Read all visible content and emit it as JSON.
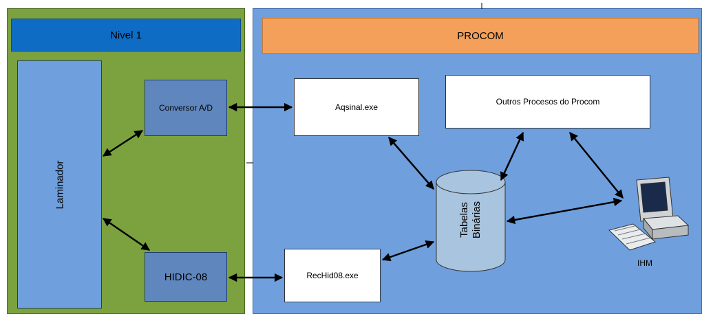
{
  "headers": {
    "nivel": "Nivel 1",
    "procom": "PROCOM"
  },
  "nodes": {
    "laminador": "Laminador",
    "conversor": "Conversor A/D",
    "hidic": "HIDIC-08",
    "aqsinal": "Aqsinal.exe",
    "outros": "Outros Procesos do Procom",
    "rechid": "RecHid08.exe",
    "tabelas_line1": "Tabelas",
    "tabelas_line2": "Binárias",
    "ihm": "IHM"
  },
  "colors": {
    "nivel_panel": "#7ba23f",
    "procom_panel": "#6f9fdc",
    "nivel_header": "#0f6cc4",
    "procom_header": "#f5a05a",
    "cylinder": "#a9c4de"
  }
}
